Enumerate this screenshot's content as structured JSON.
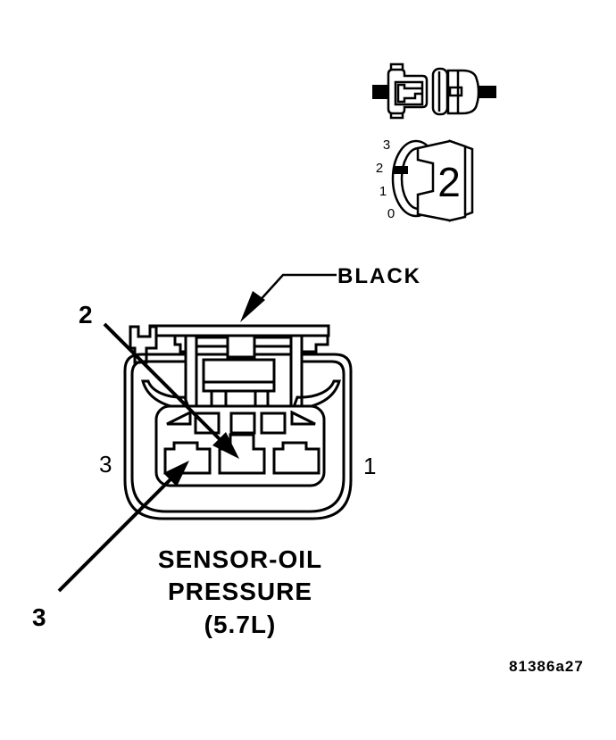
{
  "page": {
    "background_color": "#ffffff",
    "ink_color": "#000000"
  },
  "diagram": {
    "figure_code": "81386a27",
    "component_caption": {
      "line1": "SENSOR-OIL",
      "line2": "PRESSURE",
      "line3": "(5.7L)"
    },
    "connector_color_label": "BLACK",
    "pin_callouts": {
      "pin2": "2",
      "pin3": "3"
    },
    "face_side_labels": {
      "left_pin": "3",
      "right_pin": "1"
    },
    "terminal_gauge": {
      "scale_marks": [
        "3",
        "2",
        "1",
        "0"
      ],
      "indicated_size": "2"
    }
  }
}
